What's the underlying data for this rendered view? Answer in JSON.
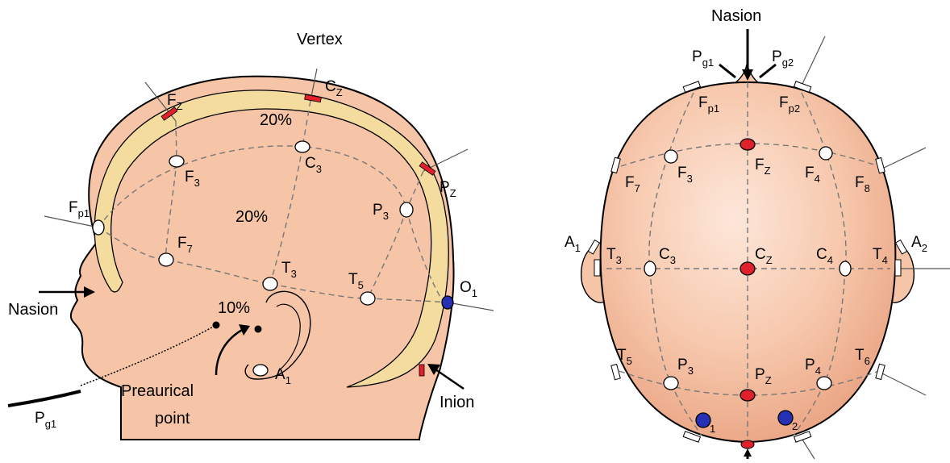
{
  "colors": {
    "skin": "#f6c4a6",
    "skin_dark": "#e9a888",
    "bone": "#f3dc9e",
    "electrode_white": "#ffffff",
    "electrode_red": "#e0202a",
    "electrode_blue": "#2630b5",
    "outline": "#000000"
  },
  "left": {
    "vertex": "Vertex",
    "nasion": "Nasion",
    "inion": "Inion",
    "preaurical_line1": "Preaurical",
    "preaurical_line2": "point",
    "pct_top": "20%",
    "pct_mid": "20%",
    "pct_low": "10%",
    "labels": {
      "fz": {
        "main": "F",
        "sub": "Z"
      },
      "cz": {
        "main": "C",
        "sub": "Z"
      },
      "pz": {
        "main": "P",
        "sub": "Z"
      },
      "fp1": {
        "main": "F",
        "sub": "p1"
      },
      "f3": {
        "main": "F",
        "sub": "3"
      },
      "c3": {
        "main": "C",
        "sub": "3"
      },
      "p3": {
        "main": "P",
        "sub": "3"
      },
      "f7": {
        "main": "F",
        "sub": "7"
      },
      "t3": {
        "main": "T",
        "sub": "3"
      },
      "t5": {
        "main": "T",
        "sub": "5"
      },
      "o1": {
        "main": "O",
        "sub": "1"
      },
      "a1": {
        "main": "A",
        "sub": "1"
      },
      "pg1": {
        "main": "P",
        "sub": "g1"
      }
    }
  },
  "right": {
    "nasion": "Nasion",
    "labels": {
      "pg1": {
        "main": "P",
        "sub": "g1"
      },
      "pg2": {
        "main": "P",
        "sub": "g2"
      },
      "fp1": {
        "main": "F",
        "sub": "p1"
      },
      "fp2": {
        "main": "F",
        "sub": "p2"
      },
      "f7": {
        "main": "F",
        "sub": "7"
      },
      "f3": {
        "main": "F",
        "sub": "3"
      },
      "fz": {
        "main": "F",
        "sub": "Z"
      },
      "f4": {
        "main": "F",
        "sub": "4"
      },
      "f8": {
        "main": "F",
        "sub": "8"
      },
      "a1": {
        "main": "A",
        "sub": "1"
      },
      "t3": {
        "main": "T",
        "sub": "3"
      },
      "c3": {
        "main": "C",
        "sub": "3"
      },
      "cz": {
        "main": "C",
        "sub": "Z"
      },
      "c4": {
        "main": "C",
        "sub": "4"
      },
      "t4": {
        "main": "T",
        "sub": "4"
      },
      "a2": {
        "main": "A",
        "sub": "2"
      },
      "t5": {
        "main": "T",
        "sub": "5"
      },
      "p3": {
        "main": "P",
        "sub": "3"
      },
      "pz": {
        "main": "P",
        "sub": "Z"
      },
      "p4": {
        "main": "P",
        "sub": "4"
      },
      "t6": {
        "main": "T",
        "sub": "6"
      },
      "o1": {
        "main": "",
        "sub": "1"
      },
      "o2": {
        "main": "",
        "sub": "2"
      }
    }
  }
}
